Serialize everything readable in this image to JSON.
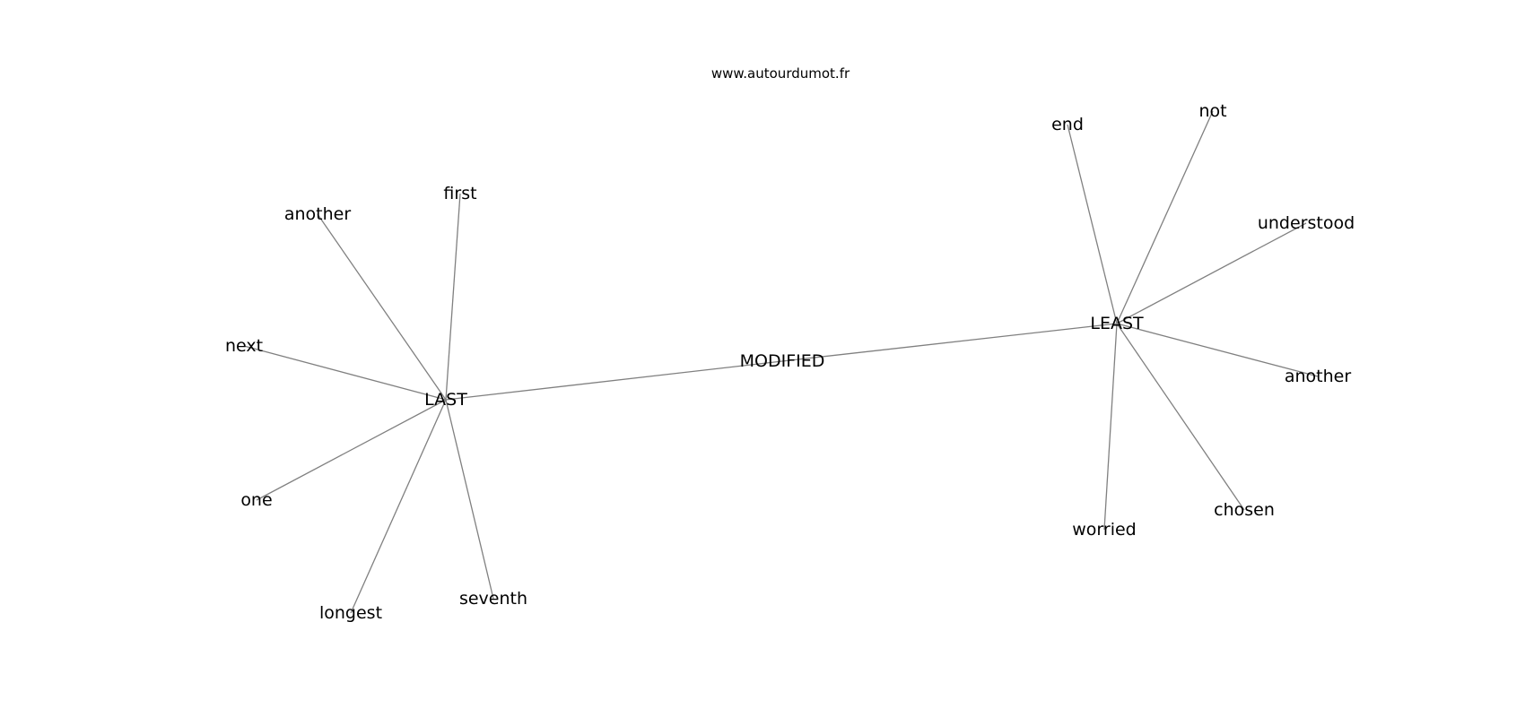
{
  "watermark": "www.autourdumot.fr",
  "graph": {
    "nodes": [
      {
        "id": "modified",
        "label": "MODIFIED"
      },
      {
        "id": "last",
        "label": "LAST"
      },
      {
        "id": "least",
        "label": "LEAST"
      },
      {
        "id": "last-first",
        "label": "first"
      },
      {
        "id": "last-another",
        "label": "another"
      },
      {
        "id": "last-next",
        "label": "next"
      },
      {
        "id": "last-one",
        "label": "one"
      },
      {
        "id": "last-longest",
        "label": "longest"
      },
      {
        "id": "last-seventh",
        "label": "seventh"
      },
      {
        "id": "least-end",
        "label": "end"
      },
      {
        "id": "least-not",
        "label": "not"
      },
      {
        "id": "least-understood",
        "label": "understood"
      },
      {
        "id": "least-another",
        "label": "another"
      },
      {
        "id": "least-chosen",
        "label": "chosen"
      },
      {
        "id": "least-worried",
        "label": "worried"
      }
    ],
    "edges": [
      [
        "last",
        "modified"
      ],
      [
        "modified",
        "least"
      ],
      [
        "last",
        "last-first"
      ],
      [
        "last",
        "last-another"
      ],
      [
        "last",
        "last-next"
      ],
      [
        "last",
        "last-one"
      ],
      [
        "last",
        "last-longest"
      ],
      [
        "last",
        "last-seventh"
      ],
      [
        "least",
        "least-end"
      ],
      [
        "least",
        "least-not"
      ],
      [
        "least",
        "least-understood"
      ],
      [
        "least",
        "least-another"
      ],
      [
        "least",
        "least-chosen"
      ],
      [
        "least",
        "least-worried"
      ]
    ]
  }
}
